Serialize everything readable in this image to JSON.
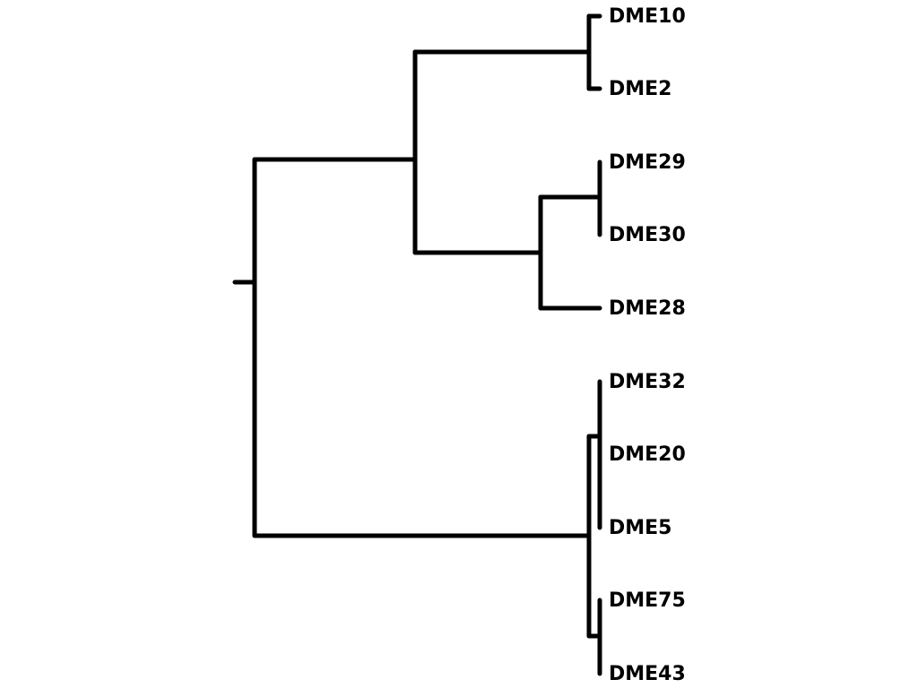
{
  "tree": {
    "stroke_color": "#000000",
    "label_color": "#000000",
    "leaves": [
      {
        "id": "DME10",
        "label": "DME10"
      },
      {
        "id": "DME2",
        "label": "DME2"
      },
      {
        "id": "DME29",
        "label": "DME29"
      },
      {
        "id": "DME30",
        "label": "DME30"
      },
      {
        "id": "DME28",
        "label": "DME28"
      },
      {
        "id": "DME32",
        "label": "DME32"
      },
      {
        "id": "DME20",
        "label": "DME20"
      },
      {
        "id": "DME5",
        "label": "DME5"
      },
      {
        "id": "DME75",
        "label": "DME75"
      },
      {
        "id": "DME43",
        "label": "DME43"
      }
    ]
  }
}
